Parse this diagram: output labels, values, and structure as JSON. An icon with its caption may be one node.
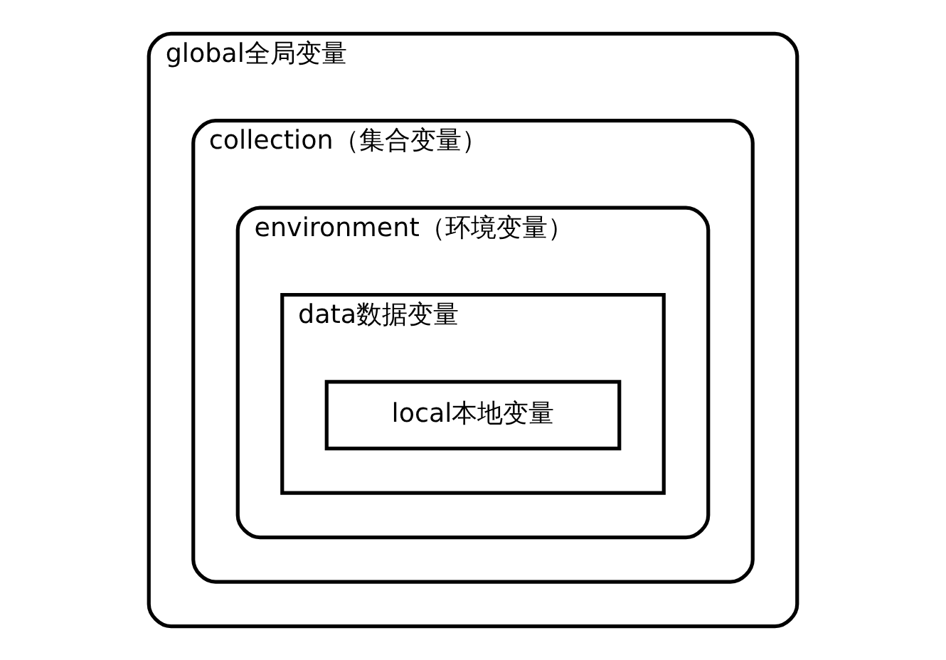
{
  "diagram": {
    "nodes": [
      {
        "text": [
          "global全局变量"
        ]
      },
      {
        "text": [
          "collection（集合变量）"
        ],
        "in": 0
      },
      {
        "text": [
          "environment（环境变量）"
        ],
        "in": 1
      },
      {
        "text": [
          "data数据变量"
        ],
        "in": 2
      },
      {
        "text": [
          "local本地变量"
        ],
        "in": 3
      }
    ]
  }
}
